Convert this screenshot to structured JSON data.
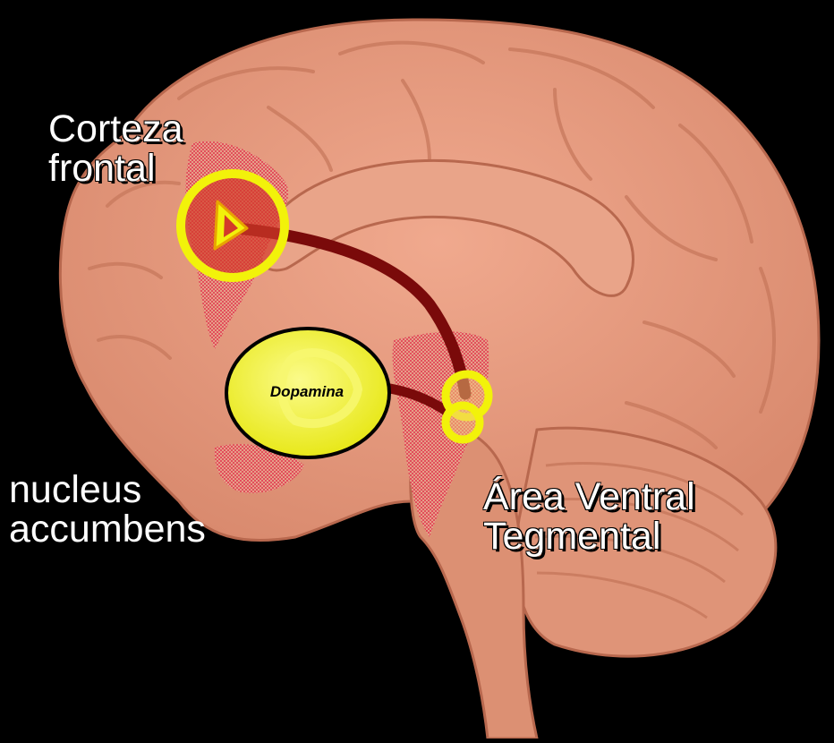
{
  "labels": {
    "corteza_line1": "Corteza",
    "corteza_line2": "frontal",
    "nucleus_line1": "nucleus",
    "nucleus_line2": "accumbens",
    "vta_line1": "Área Ventral",
    "vta_line2": "Tegmental",
    "dopamina": "Dopamina"
  },
  "colors": {
    "background": "#000000",
    "brain": "#e59a7e",
    "brain_shadow": "#b8684e",
    "pathway": "#7a0a0a",
    "highlight_ring": "#f2f20a",
    "region_fill": "#e0304a"
  }
}
